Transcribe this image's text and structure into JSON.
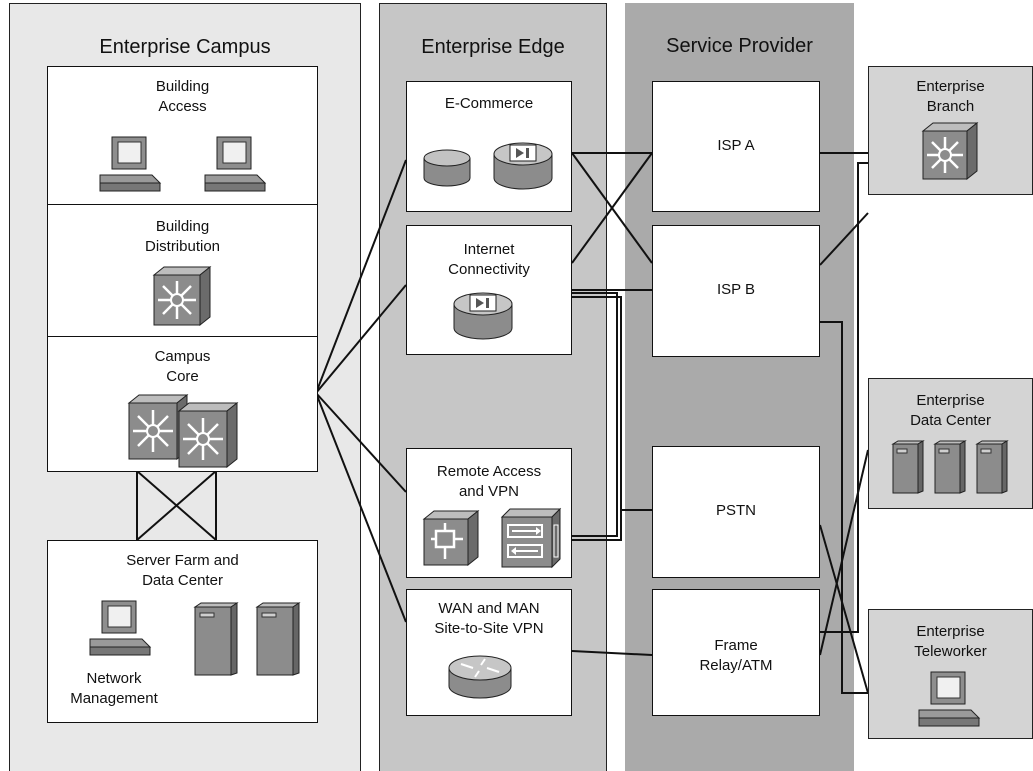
{
  "zones": {
    "campus": "Enterprise Campus",
    "edge": "Enterprise Edge",
    "provider": "Service Provider"
  },
  "campus_modules": {
    "access": "Building\nAccess",
    "distribution": "Building\nDistribution",
    "core": "Campus\nCore",
    "server_farm": "Server Farm and\nData Center",
    "network_mgmt": "Network\nManagement"
  },
  "edge_modules": {
    "ecommerce": "E-Commerce",
    "internet": "Internet\nConnectivity",
    "remote": "Remote Access\nand VPN",
    "wan": "WAN and MAN\nSite-to-Site VPN"
  },
  "provider_modules": {
    "isp_a": "ISP A",
    "isp_b": "ISP B",
    "pstn": "PSTN",
    "frame": "Frame\nRelay/ATM"
  },
  "remote_sites": {
    "branch": "Enterprise\nBranch",
    "datacenter": "Enterprise\nData Center",
    "teleworker": "Enterprise\nTeleworker"
  },
  "colors": {
    "campus_bg": "#e8e8e8",
    "edge_bg": "#c6c6c6",
    "provider_bg": "#aaaaaa",
    "remote_bg": "#d4d4d4"
  }
}
